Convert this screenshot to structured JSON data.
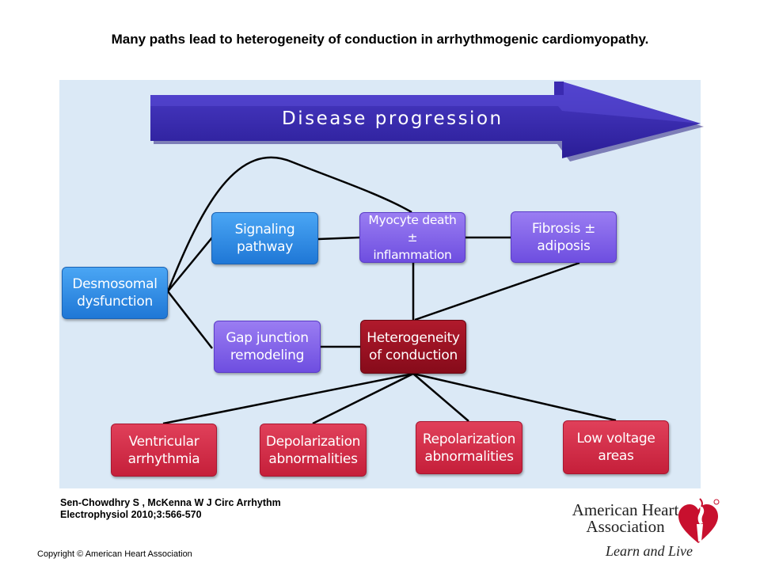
{
  "title": "Many paths lead to heterogeneity of conduction in arrhythmogenic cardiomyopathy.",
  "arrow": {
    "label": "Disease progression"
  },
  "nodes": {
    "desmosomal": {
      "line1": "Desmosomal",
      "line2": "dysfunction"
    },
    "signaling": {
      "line1": "Signaling",
      "line2": "pathway"
    },
    "myocyte": {
      "line1": "Myocyte death ±",
      "line2": "inflammation"
    },
    "fibrosis": {
      "line1": "Fibrosis ±",
      "line2": "adiposis"
    },
    "gap": {
      "line1": "Gap junction",
      "line2": "remodeling"
    },
    "heterogeneity": {
      "line1": "Heterogeneity",
      "line2": "of conduction"
    },
    "ventricular": {
      "line1": "Ventricular",
      "line2": "arrhythmia"
    },
    "depolarization": {
      "line1": "Depolarization",
      "line2": "abnormalities"
    },
    "repolarization": {
      "line1": "Repolarization",
      "line2": "abnormalities"
    },
    "lowvoltage": {
      "line1": "Low voltage",
      "line2": "areas"
    }
  },
  "citation": {
    "line1": "Sen-Chowdhry S , McKenna W J Circ Arrhythm",
    "line2": "Electrophysiol 2010;3:566-570"
  },
  "copyright": "Copyright © American Heart Association",
  "logo": {
    "name_line1": "American Heart",
    "name_line2": "Association",
    "tagline": "Learn and Live"
  },
  "colors": {
    "panel": "#dbe9f6",
    "arrow": "#3a2ab0",
    "blue_node": "#2a86e0",
    "purple_node": "#7c5ce6",
    "dark_red_node": "#9a1022",
    "red_node": "#d12d48",
    "logo_red": "#c8102e"
  }
}
